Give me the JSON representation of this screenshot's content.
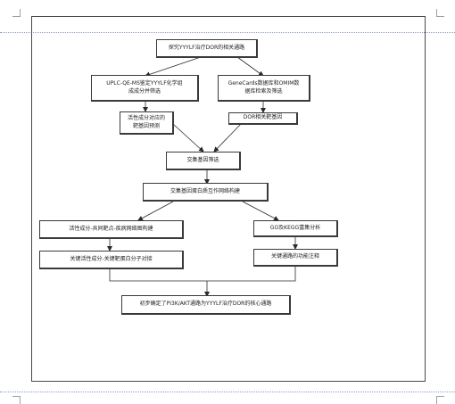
{
  "flowchart": {
    "nodes": {
      "explore": "探究YYYLF治疗DOR的相关通路",
      "uplc": "UPLC-QE-MS鉴定YYYLF化学组\n成成分并筛选",
      "genecards": "GeneCards数据库和OMIM数\n据库检索及筛选",
      "active_targets": "活性成分对应的\n靶基因预测",
      "dor_genes": "DOR相关靶基因",
      "intersection": "交集基因筛选",
      "ppi": "交集基因蛋白质互作网络构建",
      "network": "活性成分-共同靶点-疾病网络图构建",
      "go_kegg": "GO及KEGG富集分析",
      "docking": "关键活性成分-关键靶蛋白分子对接",
      "annotation": "关键通路的功能注释",
      "conclusion": "初步确定了PI3K/AKT通路为YYYLF治疗DOR的核心通路"
    }
  }
}
